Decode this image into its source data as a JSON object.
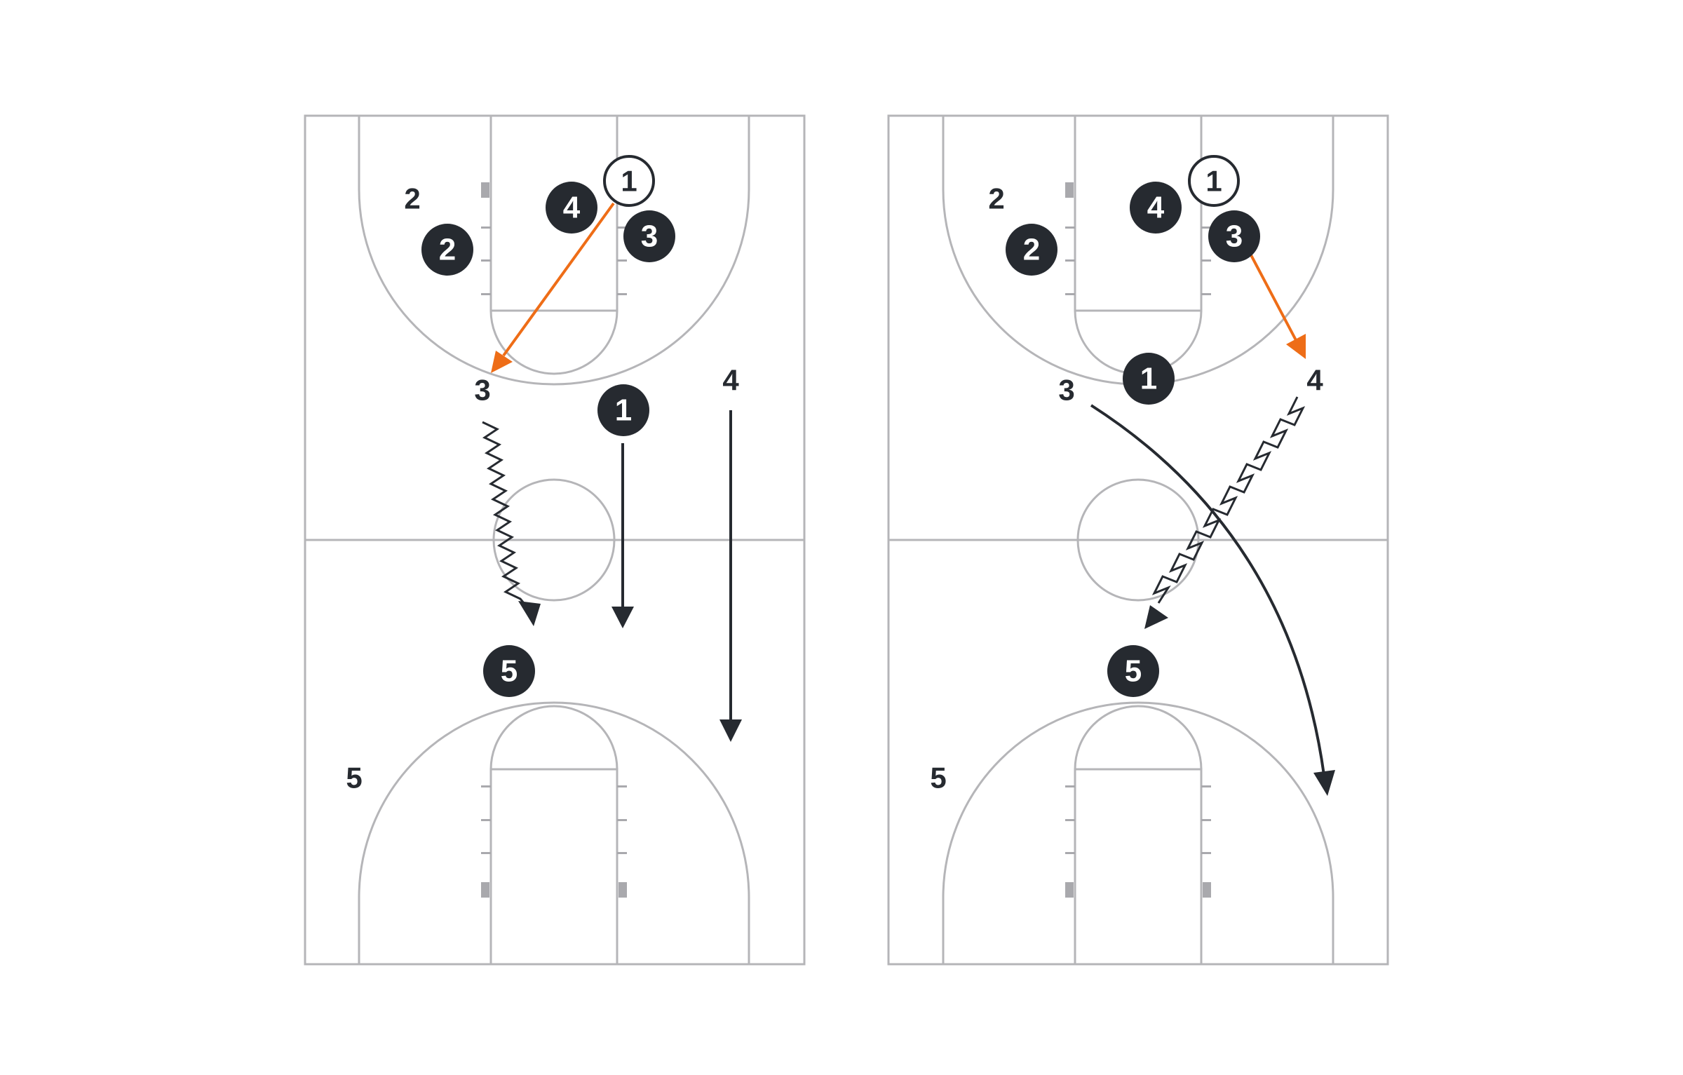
{
  "diagrams": [
    {
      "id": "left",
      "offense": [
        {
          "label": "1",
          "role": "ball-handler"
        },
        {
          "label": "2"
        },
        {
          "label": "3"
        },
        {
          "label": "4"
        },
        {
          "label": "5"
        },
        {
          "label": "1",
          "role": "repeat"
        }
      ],
      "defense": [
        {
          "label": "2"
        },
        {
          "label": "3"
        },
        {
          "label": "4"
        },
        {
          "label": "5"
        }
      ],
      "actions": [
        "pass",
        "dribble",
        "cut",
        "cut"
      ]
    },
    {
      "id": "right",
      "offense": [
        {
          "label": "1",
          "role": "ball-handler"
        },
        {
          "label": "2"
        },
        {
          "label": "3"
        },
        {
          "label": "4"
        },
        {
          "label": "5"
        },
        {
          "label": "1",
          "role": "repeat"
        }
      ],
      "defense": [
        {
          "label": "2"
        },
        {
          "label": "3"
        },
        {
          "label": "4"
        },
        {
          "label": "5"
        }
      ],
      "actions": [
        "pass",
        "dribble",
        "cut"
      ]
    }
  ],
  "colors": {
    "court_lines": "#b5b5b8",
    "player_fill": "#262a30",
    "pass_arrow": "#ee6d17",
    "background": "#ffffff"
  },
  "icons": {
    "offense_player": "filled-circle-number",
    "ball_handler": "outlined-circle-number",
    "pass": "orange-arrow",
    "dribble": "zigzag-arrow",
    "cut": "solid-arrow"
  }
}
